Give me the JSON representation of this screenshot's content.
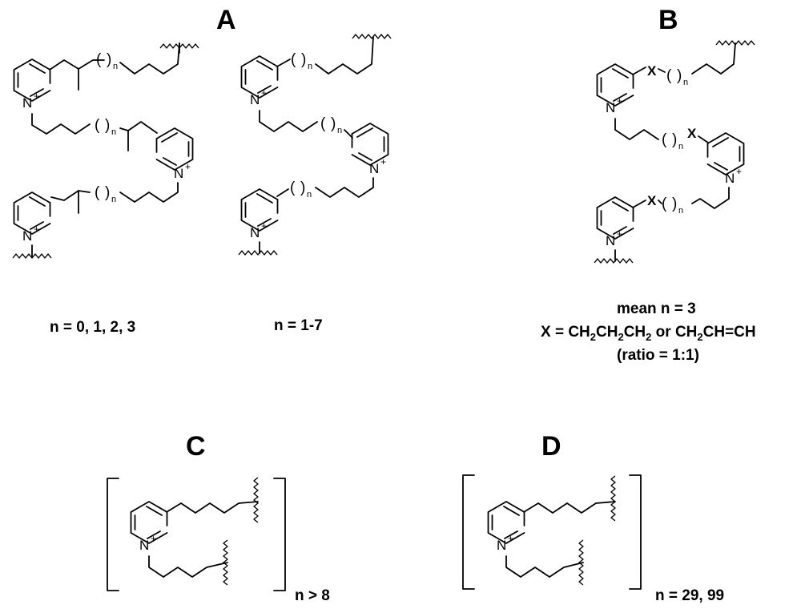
{
  "panels": {
    "A": {
      "label": "A",
      "caption_left": "n = 0, 1, 2, 3",
      "caption_right": "n = 1-7"
    },
    "B": {
      "label": "B",
      "caption_mean": "mean n = 3",
      "caption_x_prefix": "X = CH",
      "caption_x_mid1": "CH",
      "caption_x_mid2": "CH",
      "caption_x_or": " or CH",
      "caption_x_end": "CH=CH",
      "sub2": "2",
      "caption_ratio": "(ratio = 1:1)"
    },
    "C": {
      "label": "C",
      "caption": "n > 8"
    },
    "D": {
      "label": "D",
      "caption": "n = 29, 99"
    }
  },
  "atoms": {
    "nitrogen": "N",
    "plus": "+",
    "x": "X",
    "n_sub": "n",
    "paren_open": "(",
    "paren_close": ")"
  }
}
